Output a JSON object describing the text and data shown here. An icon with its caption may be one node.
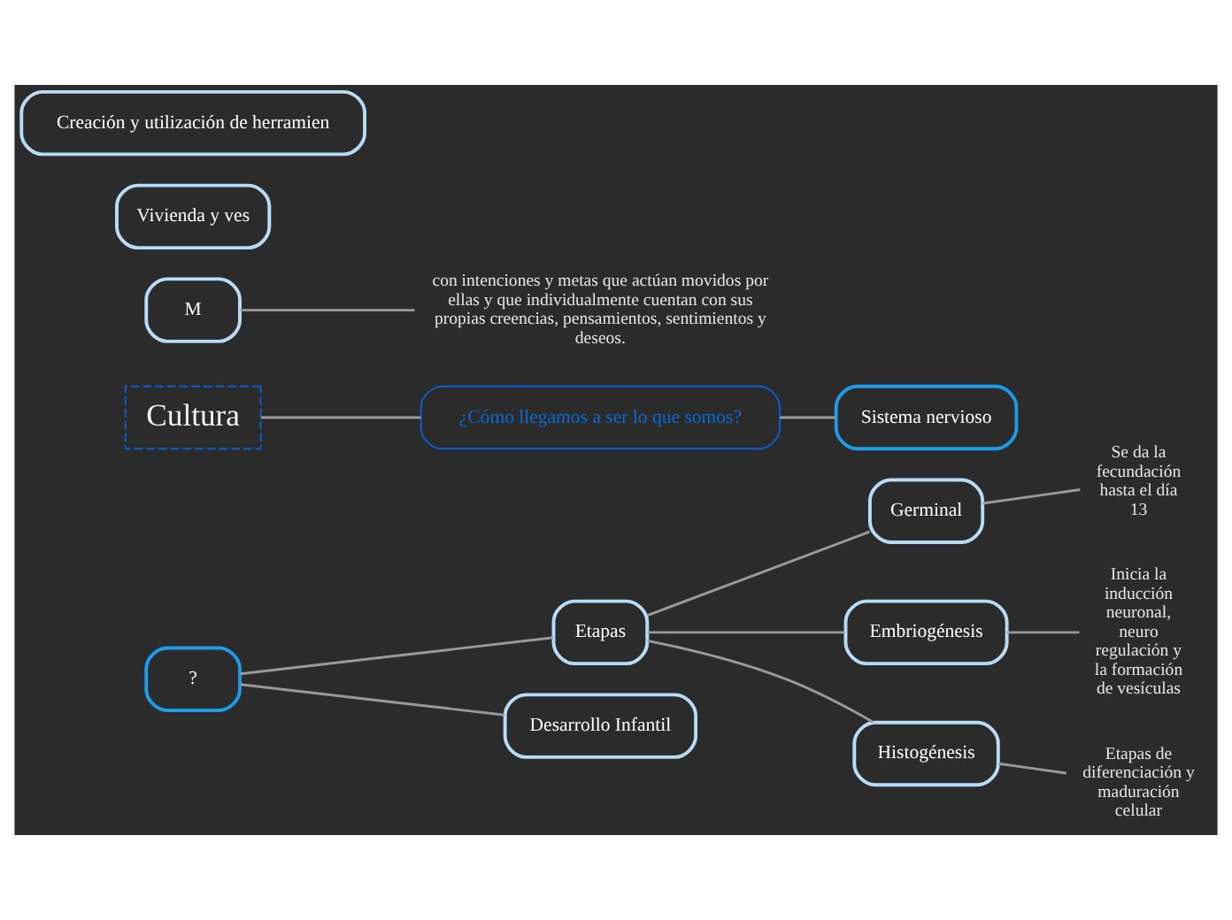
{
  "diagram": {
    "nodes": [
      {
        "text": [
          "?"
        ]
      },
      {
        "text": [
          "Etapas"
        ]
      },
      {
        "text": [
          "Germinal"
        ]
      },
      {
        "text": [
          "Se da la fecundación hasta el día 13"
        ]
      },
      {
        "text": [
          "Embriogénesis"
        ]
      },
      {
        "text": [
          "Inicia la inducción neuronal, neuro regulación y la formación de vesículas"
        ]
      },
      {
        "text": [
          "Histogénesis"
        ]
      },
      {
        "text": [
          "Etapas de diferenciación y maduración celular"
        ]
      },
      {
        "text": [
          "Desarrollo Infantil"
        ]
      },
      {
        "text": [
          "Sistema nervioso"
        ]
      },
      {
        "text": [
          "¿Cómo llegamos a ser lo que somos?"
        ]
      },
      {
        "text": [
          "Cultura"
        ]
      },
      {
        "text": [
          "con intenciones y metas que actúan movidos por ellas y que individualmente cuentan con sus propias creencias, pensamientos, sentimientos y deseos."
        ]
      },
      {
        "text": [
          "M"
        ]
      },
      {
        "text": [
          "Vivienda y ves"
        ]
      },
      {
        "text": [
          "Creación y utilización de herramien"
        ]
      }
    ],
    "edges": [
      {
        "from": 0,
        "to": 1,
        "arrow": "none"
      },
      {
        "from": 0,
        "to": 8,
        "arrow": "none"
      },
      {
        "from": 1,
        "to": 2,
        "arrow": "none"
      },
      {
        "from": 1,
        "to": 4,
        "arrow": "none"
      },
      {
        "from": 1,
        "to": 6,
        "arrow": "none"
      },
      {
        "from": 2,
        "to": 3,
        "arrow": "none"
      },
      {
        "from": 4,
        "to": 5,
        "arrow": "none"
      },
      {
        "from": 6,
        "to": 7,
        "arrow": "none"
      },
      {
        "from": 10,
        "to": 9,
        "arrow": "none"
      },
      {
        "from": 11,
        "to": 10,
        "arrow": "none"
      },
      {
        "from": 13,
        "to": 12,
        "arrow": "none"
      }
    ]
  }
}
